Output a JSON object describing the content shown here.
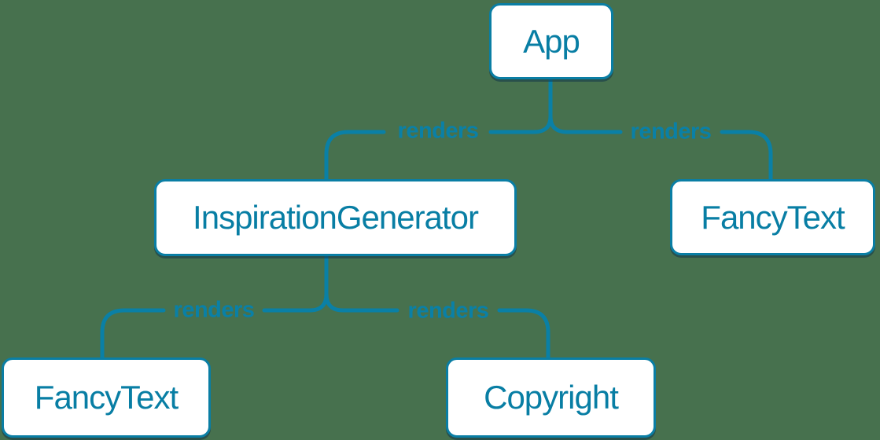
{
  "diagram": {
    "background_color": "#47714e",
    "accent_color": "#087ea4",
    "node_fill_color": "#ffffff",
    "nodes": [
      {
        "id": "app",
        "label": "App"
      },
      {
        "id": "inspiration-generator",
        "label": "InspirationGenerator"
      },
      {
        "id": "fancy-text-top",
        "label": "FancyText"
      },
      {
        "id": "fancy-text-bottom",
        "label": "FancyText"
      },
      {
        "id": "copyright",
        "label": "Copyright"
      }
    ],
    "edges": [
      {
        "from": "App",
        "to": "InspirationGenerator",
        "label": "renders"
      },
      {
        "from": "App",
        "to": "FancyText",
        "label": "renders"
      },
      {
        "from": "InspirationGenerator",
        "to": "FancyText",
        "label": "renders"
      },
      {
        "from": "InspirationGenerator",
        "to": "Copyright",
        "label": "renders"
      }
    ]
  }
}
